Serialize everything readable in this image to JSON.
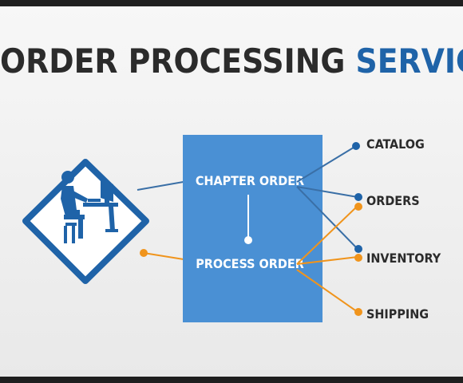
{
  "title": {
    "part1": "ORDER PROCESSING",
    "part2": "SERVICE"
  },
  "box": {
    "top_label": "CHAPTER ORDER",
    "bottom_label": "PROCESS ORDER"
  },
  "services": [
    {
      "label": "CATALOG"
    },
    {
      "label": "ORDERS"
    },
    {
      "label": "INVENTORY"
    },
    {
      "label": "SHIPPING"
    }
  ],
  "icons": {
    "user": "computer-user-icon"
  },
  "colors": {
    "dark_text": "#2b2b2b",
    "accent_blue": "#1f63a8",
    "box_blue": "#4a90d4",
    "orange": "#f0941c",
    "line_blue": "#3a6fa6"
  }
}
